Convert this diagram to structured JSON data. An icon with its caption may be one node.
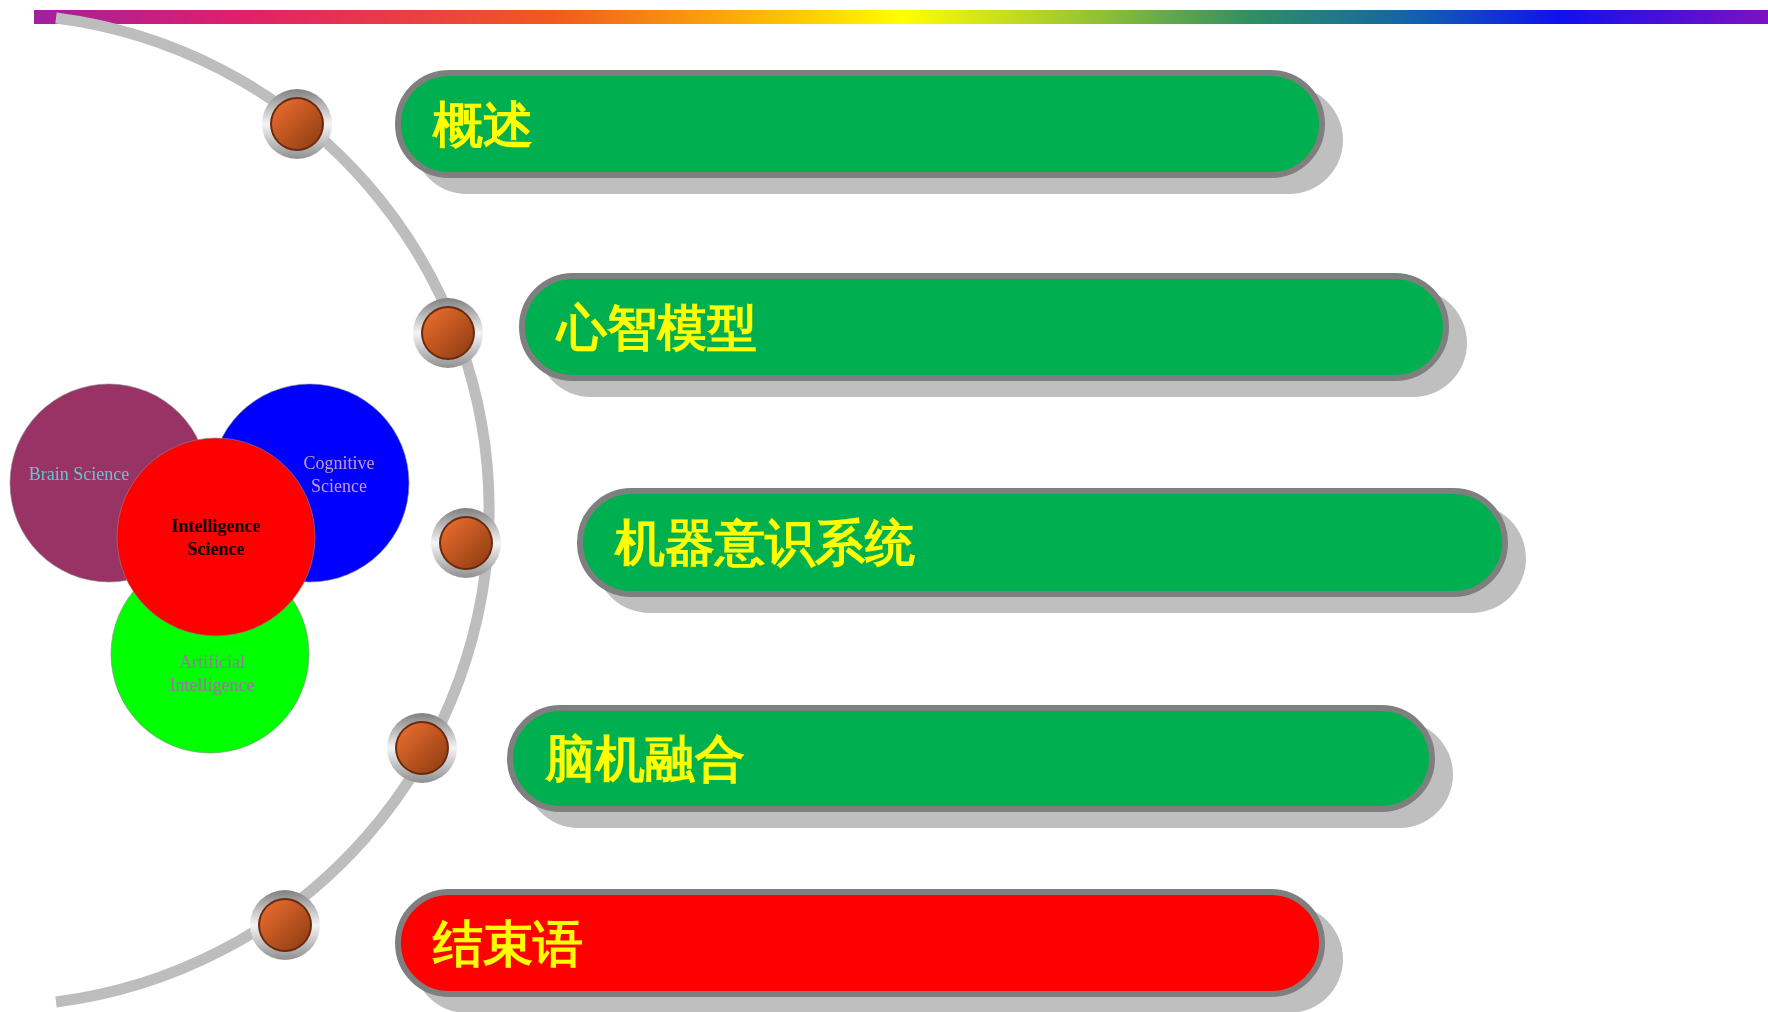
{
  "diagram": {
    "nodes": [
      {
        "text": [
          "概述"
        ]
      },
      {
        "text": [
          "心智模型"
        ]
      },
      {
        "text": [
          "机器意识系统"
        ]
      },
      {
        "text": [
          "脑机融合"
        ]
      },
      {
        "text": [
          "结束语"
        ]
      },
      {
        "text": [
          "Brain Science"
        ]
      },
      {
        "text": [
          "Cognitive Science"
        ]
      },
      {
        "text": [
          "Intelligence Science"
        ]
      },
      {
        "text": [
          "Artificial Intelligence"
        ]
      }
    ]
  }
}
